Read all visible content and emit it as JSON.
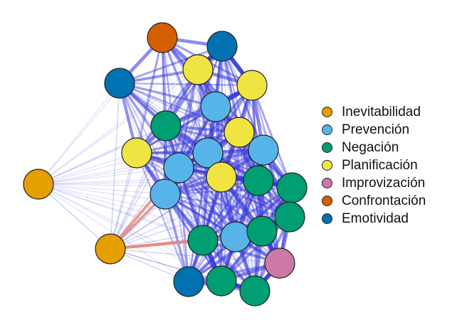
{
  "legend": {
    "groups": [
      {
        "label": "Inevitabilidad",
        "color": "#E69F00"
      },
      {
        "label": "Prevención",
        "color": "#56B4E9"
      },
      {
        "label": "Negación",
        "color": "#009E73"
      },
      {
        "label": "Planificación",
        "color": "#F0E442"
      },
      {
        "label": "Improvización",
        "color": "#CC79A7"
      },
      {
        "label": "Confrontación",
        "color": "#D55E00"
      },
      {
        "label": "Emotividad",
        "color": "#0072B2"
      }
    ]
  },
  "colors": {
    "positive_edge": "#3b3bdc",
    "negative_edge": "#e8877b",
    "node_border": "#222222"
  }
}
